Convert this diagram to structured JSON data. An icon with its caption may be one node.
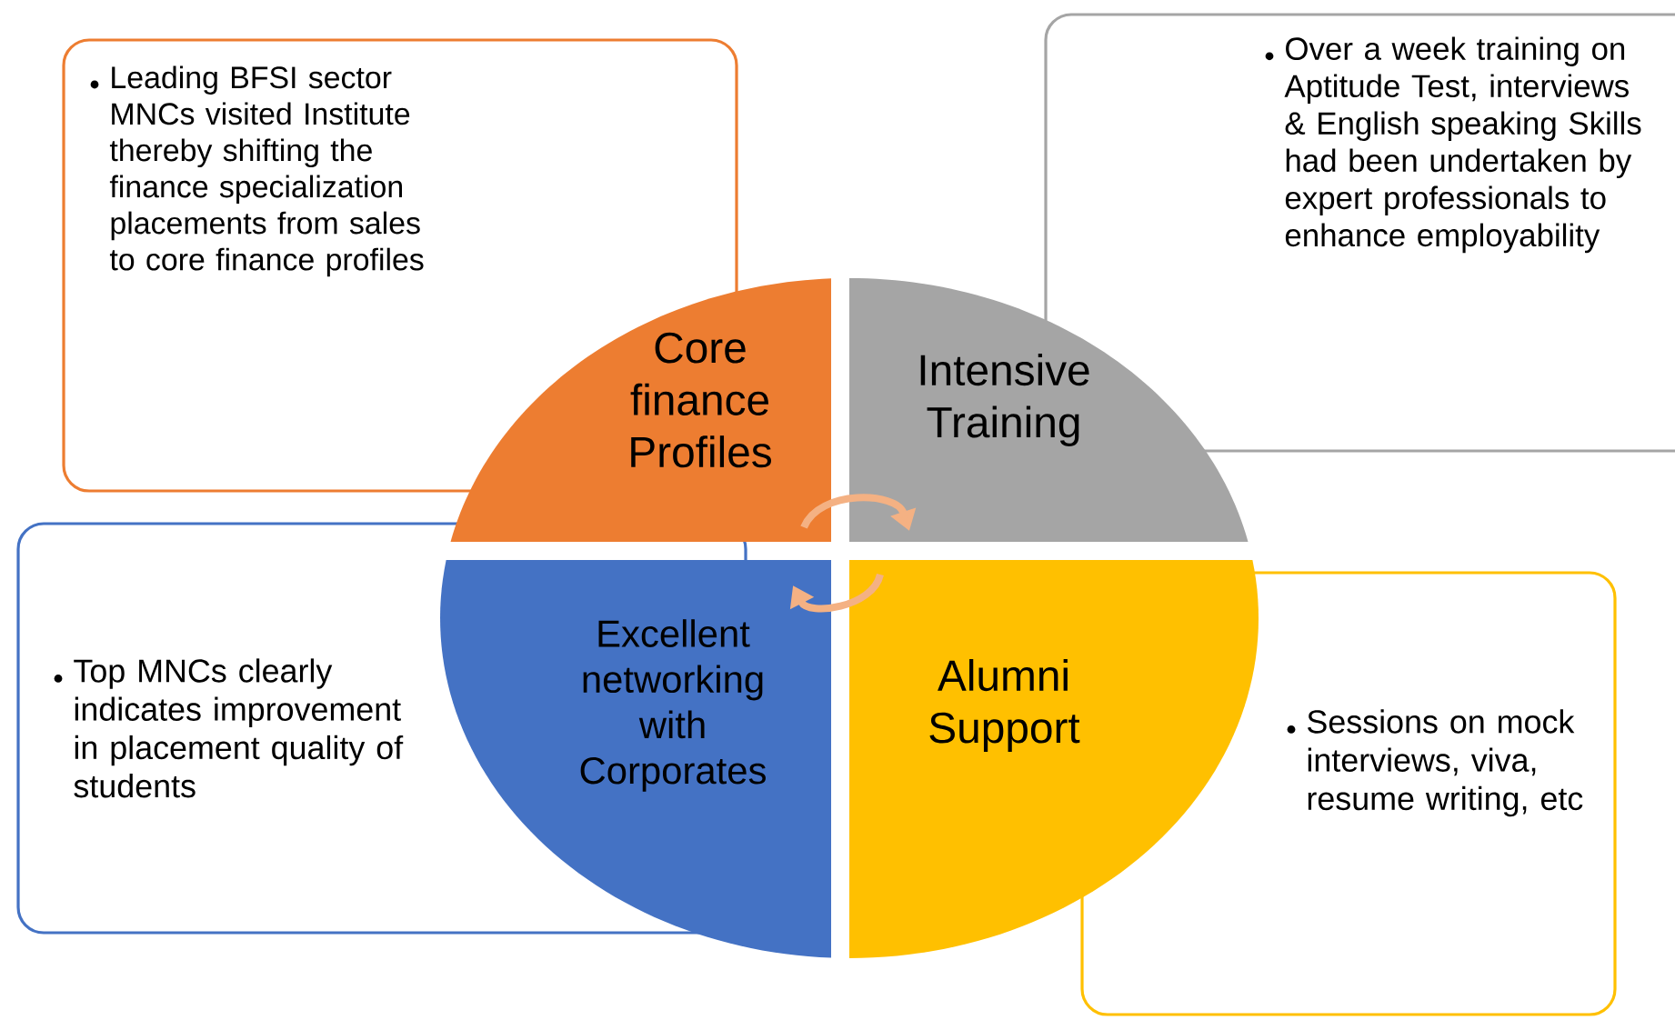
{
  "diagram": {
    "nodes": [
      {
        "text": [
          "Leading BFSI sector MNCs visited Institute thereby shifting the finance specialization placements from sales to core finance profiles"
        ]
      },
      {
        "text": [
          "Over a week training on Aptitude Test, interviews & English speaking Skills had been undertaken by expert professionals to enhance employability"
        ]
      },
      {
        "text": [
          "Top MNCs clearly indicates improvement in placement quality of students"
        ]
      },
      {
        "text": [
          "Sessions on mock interviews, viva, resume writing, etc"
        ]
      },
      {
        "text": [
          "Core finance Profiles"
        ]
      },
      {
        "text": [
          "Intensive Training"
        ]
      },
      {
        "text": [
          "Excellent networking with Corporates"
        ]
      },
      {
        "text": [
          "Alumni Support"
        ]
      }
    ],
    "edges": [
      {
        "from": 4,
        "to": 5,
        "arrow": "to"
      },
      {
        "from": 7,
        "to": 6,
        "arrow": "to"
      }
    ]
  }
}
